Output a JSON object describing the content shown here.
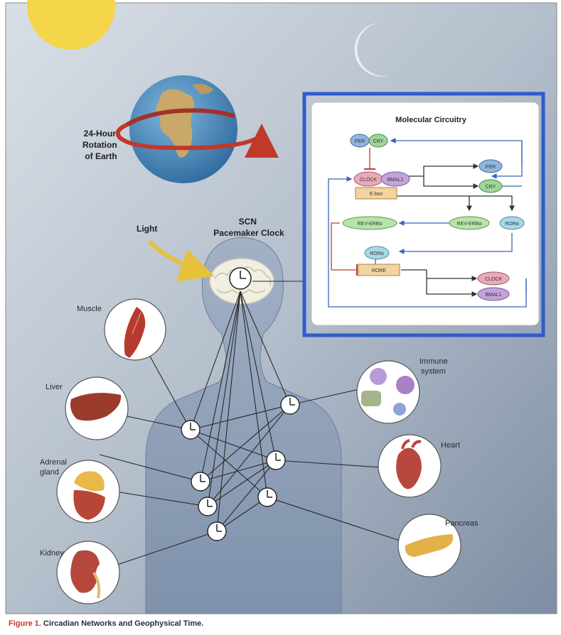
{
  "rotation_label": [
    "24-Hour",
    "Rotation",
    "of Earth"
  ],
  "light_label": "Light",
  "scn_label": [
    "SCN",
    "Pacemaker Clock"
  ],
  "molecular": {
    "title": "Molecular Circuitry",
    "nodes": {
      "per_top": "PER",
      "cry_top": "CRY",
      "clock": "CLOCK",
      "bmal1": "BMAL1",
      "ebox": "E-box",
      "per_right": "PER",
      "cry_right": "CRY",
      "rev_left": "REV-ERBα",
      "rev_mid": "REV-ERBα",
      "ror_right": "RORα",
      "ror_mid": "RORα",
      "rore": "RORE",
      "clock_out": "CLOCK",
      "bmal1_out": "BMAL1"
    }
  },
  "organs": {
    "muscle": "Muscle",
    "liver": "Liver",
    "adrenal": [
      "Adrenal",
      "gland"
    ],
    "kidney": "Kidney",
    "immune": [
      "Immune",
      "system"
    ],
    "heart": "Heart",
    "pancreas": "Pancreas"
  },
  "caption": {
    "figure": "Figure 1.",
    "title": "Circadian Networks and Geophysical Time."
  },
  "colors": {
    "sky_top": "#c9d2dc",
    "sky_bottom": "#7f8fa6",
    "highlight_box": "#2f5ccc",
    "arrow_red": "#c0392b",
    "arrow_blue": "#3b66b8"
  }
}
